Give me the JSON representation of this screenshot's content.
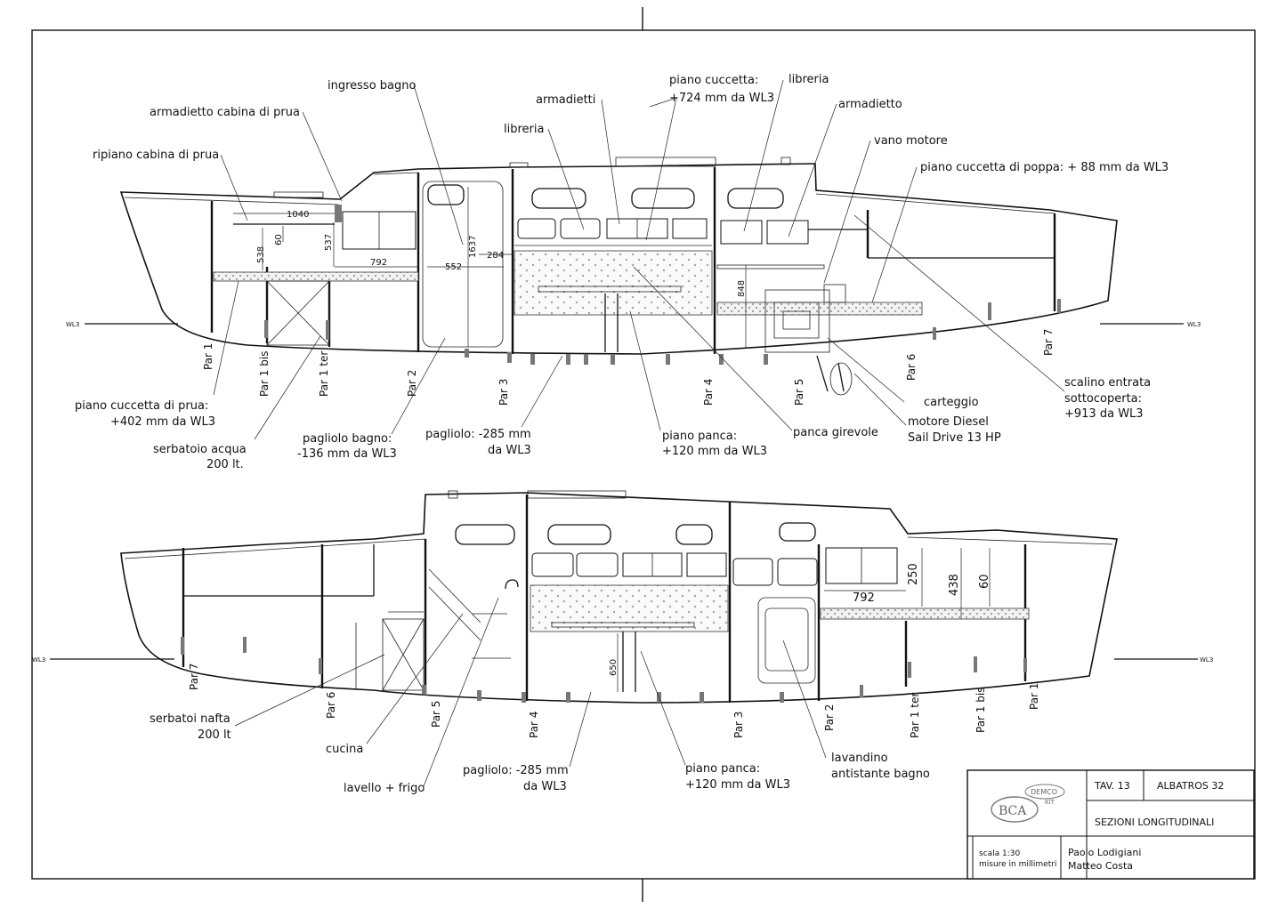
{
  "drawing": {
    "water_line": "WL3",
    "top_view": {
      "labels": [
        "ingresso bagno",
        "armadietto cabina di prua",
        "ripiano cabina di prua",
        "armadietti",
        "libreria",
        "piano cuccetta:",
        "+724 mm  da WL3",
        "libreria",
        "armadietto",
        "vano motore",
        "piano cuccetta di poppa: + 88 mm da WL3",
        "piano cuccetta di prua:",
        "+402 mm da WL3",
        "serbatoio acqua",
        "200 lt.",
        "pagliolo bagno:",
        "-136 mm da WL3",
        "pagliolo: -285 mm",
        "da WL3",
        "piano panca:",
        "+120 mm da WL3",
        "panca girevole",
        "carteggio",
        "motore Diesel",
        "Sail Drive 13 HP",
        "scalino entrata",
        "sottocoperta:",
        "+913 da WL3"
      ],
      "frames": [
        "Par 1",
        "Par 1 bis",
        "Par 1 ter",
        "Par 2",
        "Par 3",
        "Par 4",
        "Par 5",
        "Par 6",
        "Par 7"
      ],
      "dimensions": [
        "1040",
        "60",
        "538",
        "537",
        "792",
        "552",
        "1637",
        "284",
        "848"
      ]
    },
    "bottom_view": {
      "labels": [
        "serbatoi nafta",
        "200 lt",
        "cucina",
        "lavello + frigo",
        "pagliolo: -285 mm",
        "da WL3",
        "piano panca:",
        "+120 mm da WL3",
        "lavandino",
        "antistante bagno"
      ],
      "frames": [
        "Par 7",
        "Par 6",
        "Par 5",
        "Par 4",
        "Par 3",
        "Par 2",
        "Par 1 ter",
        "Par 1 bis",
        "Par 1"
      ],
      "dimensions": [
        "792",
        "250",
        "438",
        "60",
        "650"
      ]
    }
  },
  "title_block": {
    "logo": "BCA DEMCO KIT",
    "sheet": "TAV. 13",
    "model": "ALBATROS 32",
    "subject": "SEZIONI LONGITUDINALI",
    "scale_line1": "scala 1:30",
    "scale_line2": "misure in millimetri",
    "author1": "Paolo Lodigiani",
    "author2": "Matteo Costa"
  }
}
